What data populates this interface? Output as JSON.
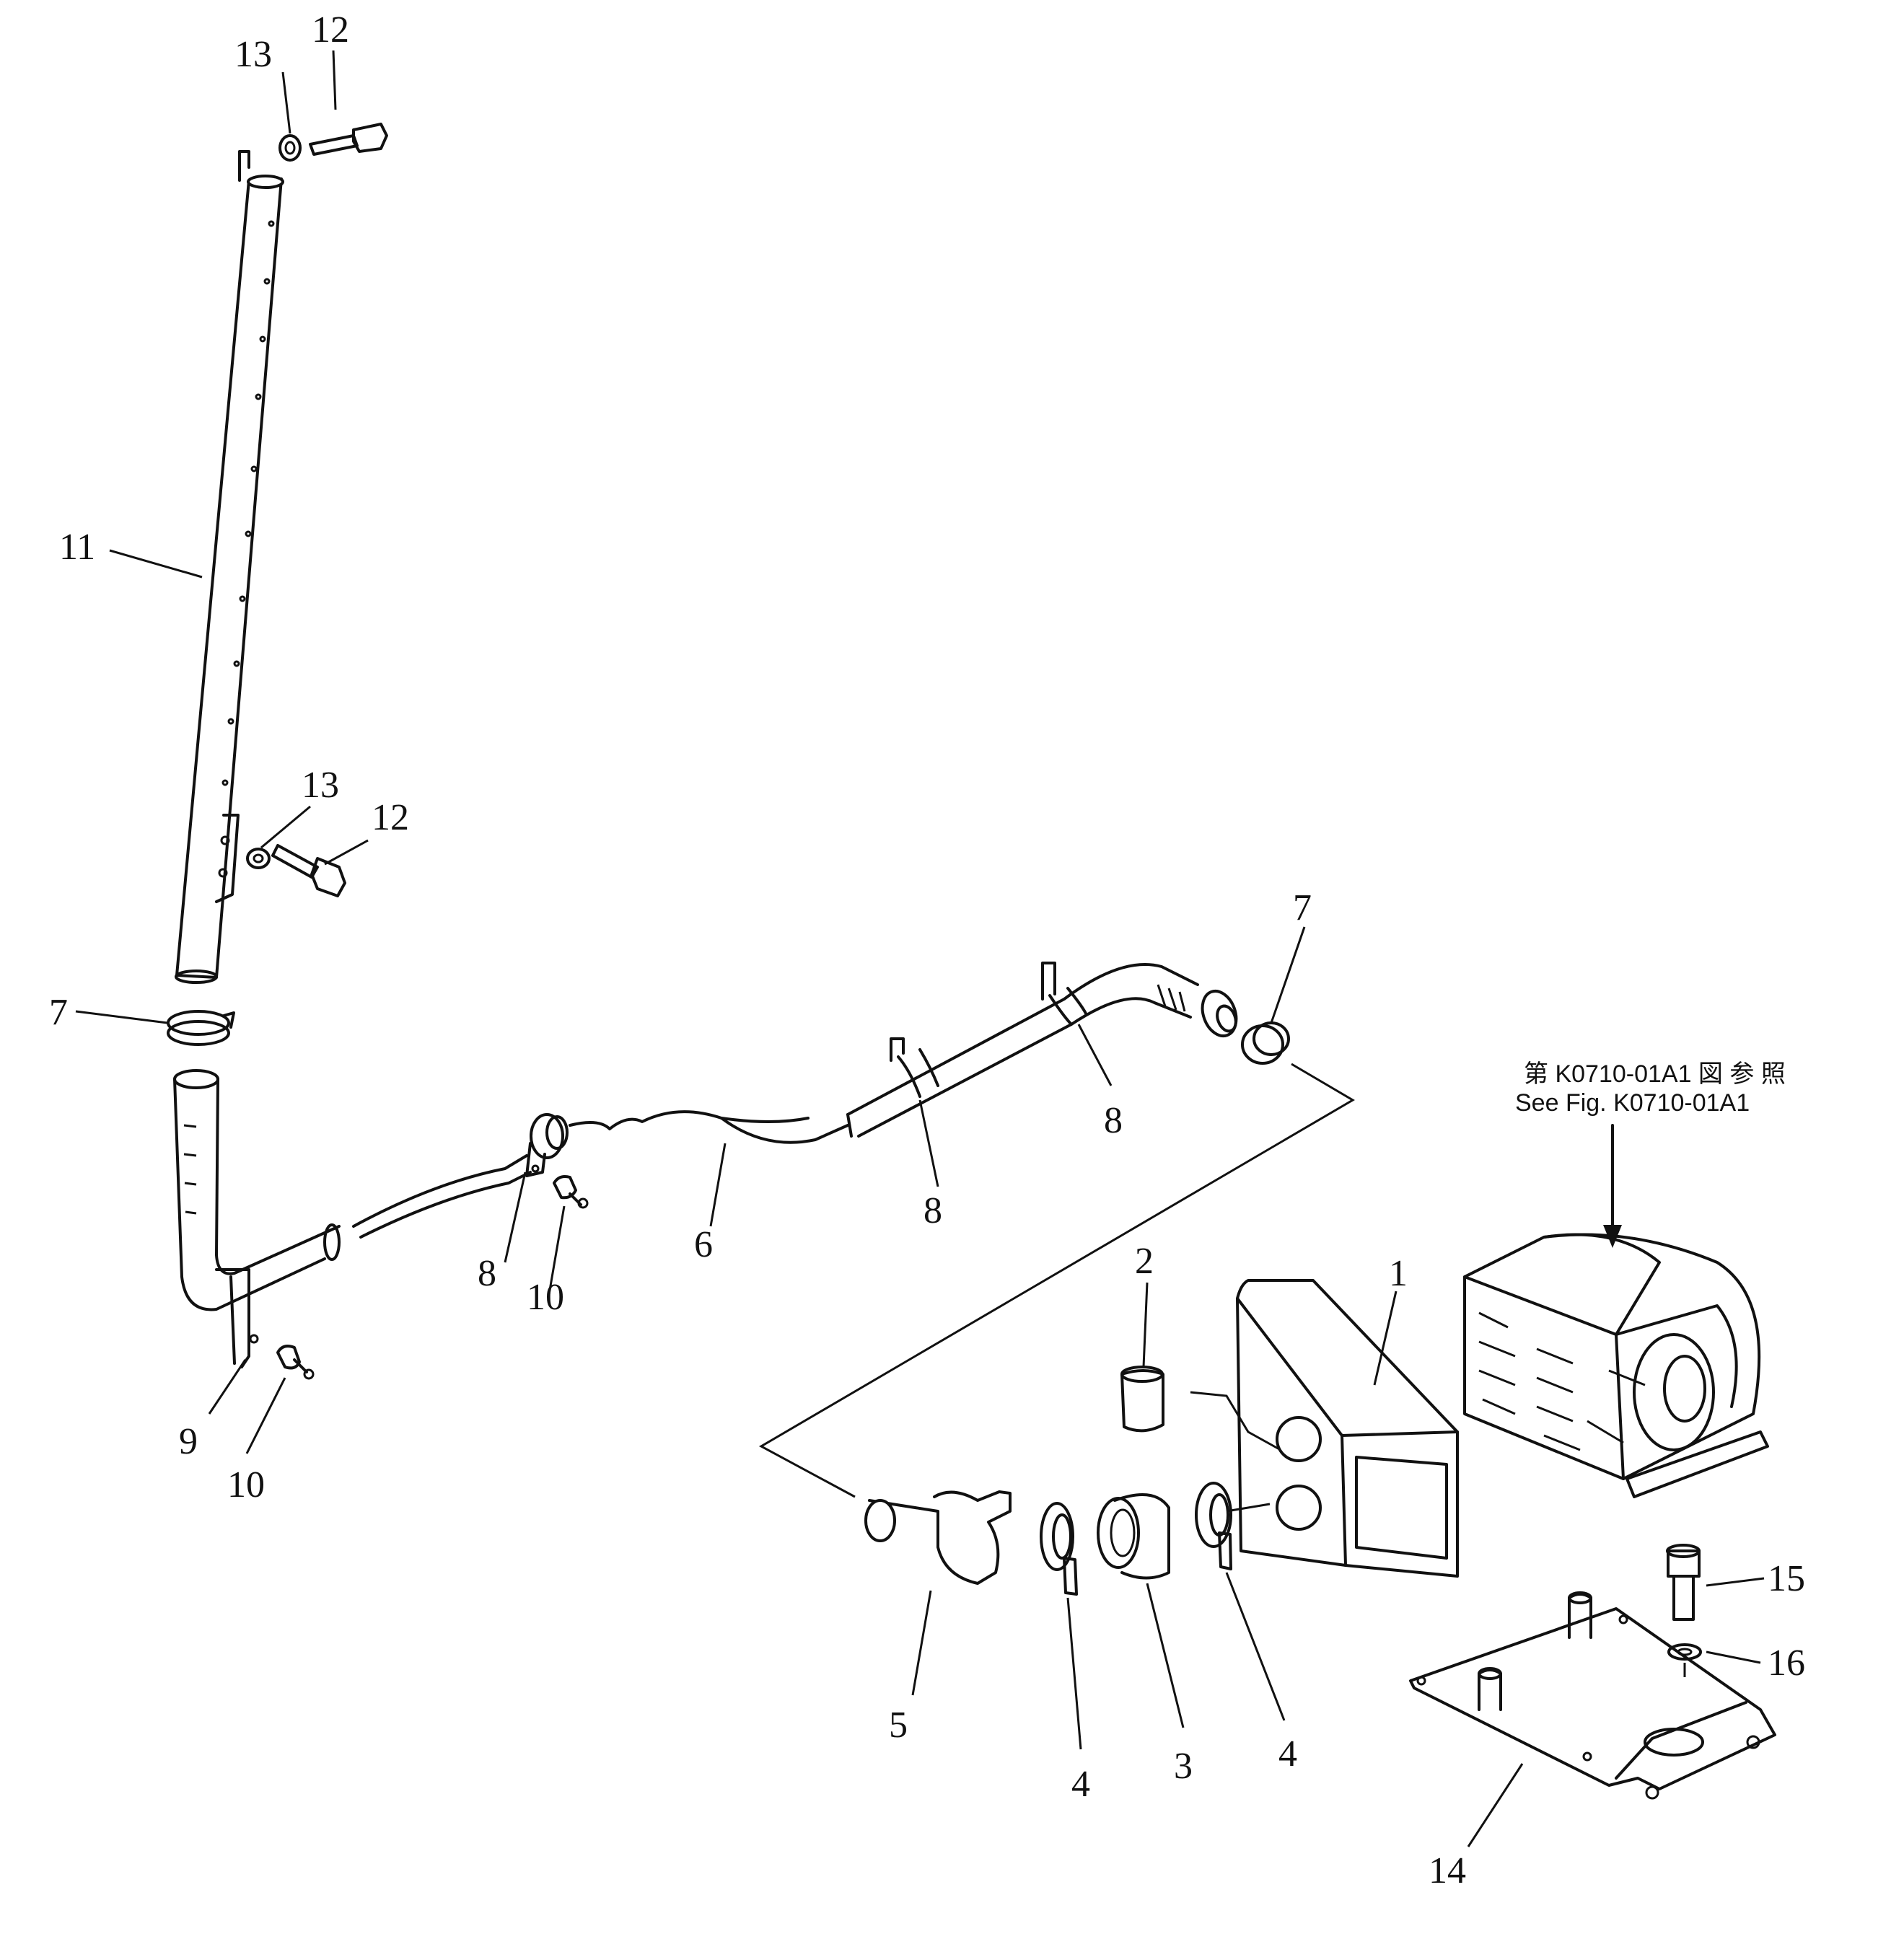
{
  "callouts": {
    "c1": "1",
    "c2": "2",
    "c3": "3",
    "c4a": "4",
    "c4b": "4",
    "c5": "5",
    "c6": "6",
    "c7a": "7",
    "c7b": "7",
    "c8a": "8",
    "c8b": "8",
    "c8c": "8",
    "c9": "9",
    "c10a": "10",
    "c10b": "10",
    "c11": "11",
    "c12a": "12",
    "c12b": "12",
    "c13a": "13",
    "c13b": "13",
    "c14": "14",
    "c15": "15",
    "c16": "16"
  },
  "reference_note": {
    "line1": "第 K0710-01A1 図 参 照",
    "line2": "See Fig. K0710-01A1"
  }
}
